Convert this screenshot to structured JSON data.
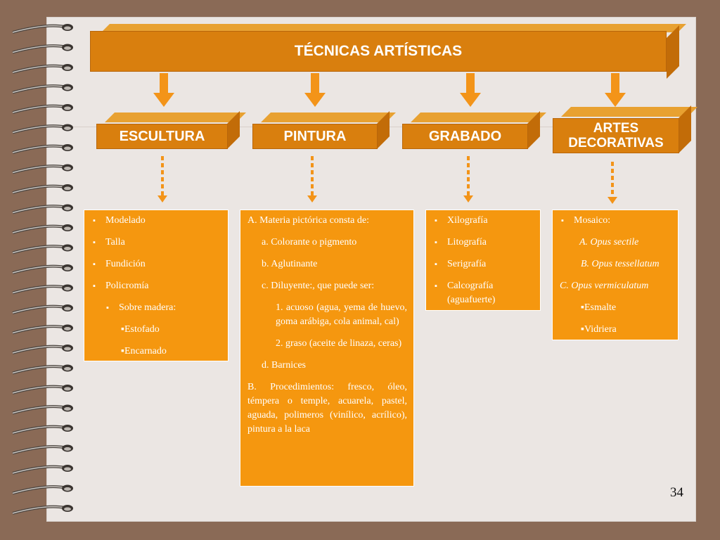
{
  "title": "TÉCNICAS ARTÍSTICAS",
  "categories": [
    {
      "label_line1": "ESCULTURA",
      "label_line2": ""
    },
    {
      "label_line1": "PINTURA",
      "label_line2": ""
    },
    {
      "label_line1": "GRABADO",
      "label_line2": ""
    },
    {
      "label_line1": "ARTES",
      "label_line2": "DECORATIVAS"
    }
  ],
  "escultura": {
    "items": [
      "Modelado",
      "Talla",
      "Fundición",
      "Policromía"
    ],
    "sub_item": "Sobre madera:",
    "sub_sub": [
      "Estofado",
      "Encarnado"
    ]
  },
  "pintura": {
    "a": "A. Materia pictórica consta de:",
    "a1": "a.  Colorante o pigmento",
    "a2": "b.  Aglutinante",
    "a3": "c.  Diluyente:, que puede ser:",
    "n1": "1. acuoso (agua, yema de huevo, goma arábiga, cola animal, cal)",
    "n2": "2. graso (aceite de linaza, ceras)",
    "d": "d. Barnices",
    "b": "B.  Procedimientos: fresco, óleo, témpera o temple, acuarela, pastel, aguada, polimeros (vinílico, acrílico), pintura a la laca"
  },
  "grabado": {
    "items": [
      "Xilografía",
      "Litografía",
      "Serigrafía",
      "Calcografía (aguafuerte)"
    ]
  },
  "artes": {
    "mosaico": "Mosaico:",
    "a": "A. Opus sectile",
    "b": "B. Opus tessellatum",
    "c": "C. Opus vermiculatum",
    "esmalte": "Esmalte",
    "vidriera": "Vidriera"
  },
  "page_number": "34",
  "colors": {
    "orange": "#f5970f",
    "dark_orange": "#d97f0e",
    "paper": "#ebe6e3",
    "frame": "#8a6a56"
  },
  "icons": {
    "spiral_binding": "spiral-binding-icon"
  }
}
